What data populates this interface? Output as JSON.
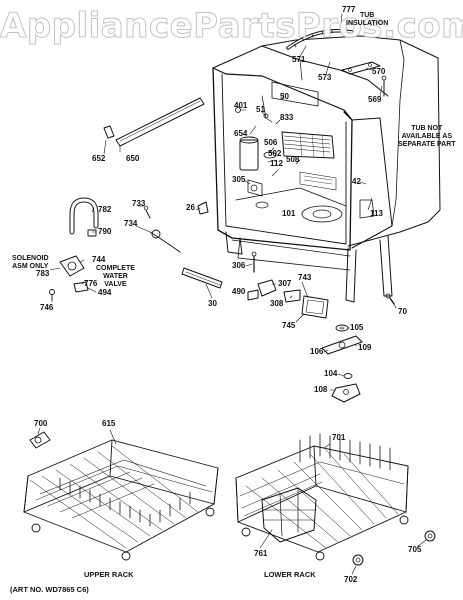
{
  "watermark": "AppliancePartsPros.com",
  "notes": {
    "tub_insulation": [
      "TUB",
      "INSULATION"
    ],
    "tub_not_available": [
      "TUB NOT",
      "AVAILABLE AS",
      "SEPARATE PART"
    ],
    "solenoid": [
      "SOLENOID",
      "ASM ONLY"
    ],
    "complete_water_valve": [
      "COMPLETE",
      "WATER",
      "VALVE"
    ]
  },
  "captions": {
    "upper_rack": "UPPER RACK",
    "lower_rack": "LOWER RACK",
    "art_no": "(ART NO. WD7865 C6)"
  },
  "part_numbers": [
    "777",
    "571",
    "573",
    "570",
    "569",
    "50",
    "401",
    "51",
    "833",
    "654",
    "506",
    "502",
    "305",
    "112",
    "508",
    "42",
    "113",
    "101",
    "26",
    "652",
    "650",
    "782",
    "790",
    "733",
    "734",
    "744",
    "783",
    "776",
    "494",
    "746",
    "306",
    "30",
    "307",
    "490",
    "308",
    "743",
    "745",
    "70",
    "105",
    "106",
    "109",
    "104",
    "108",
    "700",
    "615",
    "701",
    "761",
    "705",
    "702"
  ]
}
